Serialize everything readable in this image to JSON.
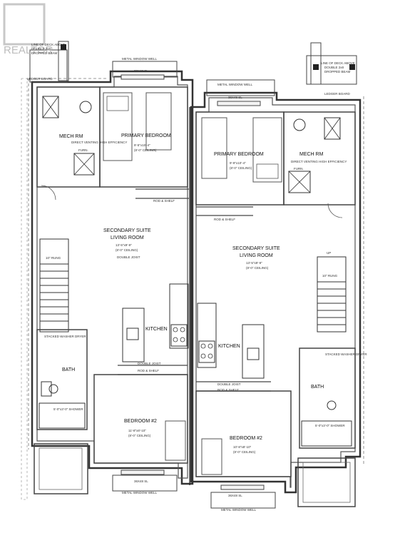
{
  "watermark": "REALTOR",
  "left_unit": {
    "top_note_1": "LINE OF DECK ABOVE",
    "top_note_2": "DOUBLE 2x8",
    "top_note_3": "DROPPED BEAM",
    "ledger": "LEDGER BOARD",
    "window_well_top": "METAL WINDOW WELL",
    "window_well_top_size": "36X48 SL",
    "mech_rm": "MECH RM",
    "direct_venting": "DIRECT VENTING HIGH EFFICIENCY",
    "furn": "FURN.",
    "primary_bedroom": "PRIMARY BEDROOM",
    "primary_bedroom_dim": "9'-5\"x10'-4\"",
    "primary_bedroom_ceiling": "(8'-0\" CEILING)",
    "rod_shelf": "ROD & SHELF",
    "living_1": "SECONDARY SUITE",
    "living_2": "LIVING ROOM",
    "living_dim": "13'-5\"x9'-9\"",
    "living_ceiling": "(8'-0\" CEILING)",
    "double_joist": "DOUBLE JOIST",
    "rung": "10\" RUNG",
    "kitchen": "KITCHEN",
    "stacked": "STACKED WASHER DRYER",
    "bath": "BATH",
    "double_joist_2": "DOUBLE JOIST",
    "rod_shelf_2": "ROD & SHELF",
    "shower": "5'-0\"x3'-0\" SHOWER",
    "bedroom2": "BEDROOM #2",
    "bedroom2_dim": "11'-8\"x8'-10\"",
    "bedroom2_ceiling": "(8'-0\" CEILING)",
    "window_well_bottom_size": "36X48 SL",
    "window_well_bottom": "METAL WINDOW WELL"
  },
  "right_unit": {
    "top_note_1": "LINE OF DECK ABOVE",
    "top_note_2": "DOUBLE 2x8",
    "top_note_3": "DROPPED BEAM",
    "ledger": "LEDGER BOARD",
    "window_well_top": "METAL WINDOW WELL",
    "window_well_top_size": "36X48 SL",
    "primary_bedroom": "PRIMARY BEDROOM",
    "primary_bedroom_dim": "9'-9\"x10'-4\"",
    "primary_bedroom_ceiling": "(8'-0\" CEILING)",
    "mech_rm": "MECH RM",
    "direct_venting": "DIRECT VENTING HIGH EFFICIENCY",
    "furn": "FURN.",
    "rod_shelf": "ROD & SHELF",
    "living_1": "SECONDARY SUITE",
    "living_2": "LIVING ROOM",
    "living_dim": "13'-5\"x9'-9\"",
    "living_ceiling": "(8'-0\" CEILING)",
    "up": "UP",
    "rung": "10\" RUNG",
    "kitchen": "KITCHEN",
    "stacked": "STACKED WASHER DRYER",
    "bath": "BATH",
    "double_joist": "DOUBLE JOIST",
    "rod_shelf_2": "ROD & SHELF",
    "shower": "5'-0\"x3'-0\" SHOWER",
    "bedroom2": "BEDROOM #2",
    "bedroom2_dim": "10'-8\"x8'-10\"",
    "bedroom2_ceiling": "(8'-0\" CEILING)",
    "window_well_bottom_size": "36X48 SL",
    "window_well_bottom": "METAL WINDOW WELL"
  }
}
